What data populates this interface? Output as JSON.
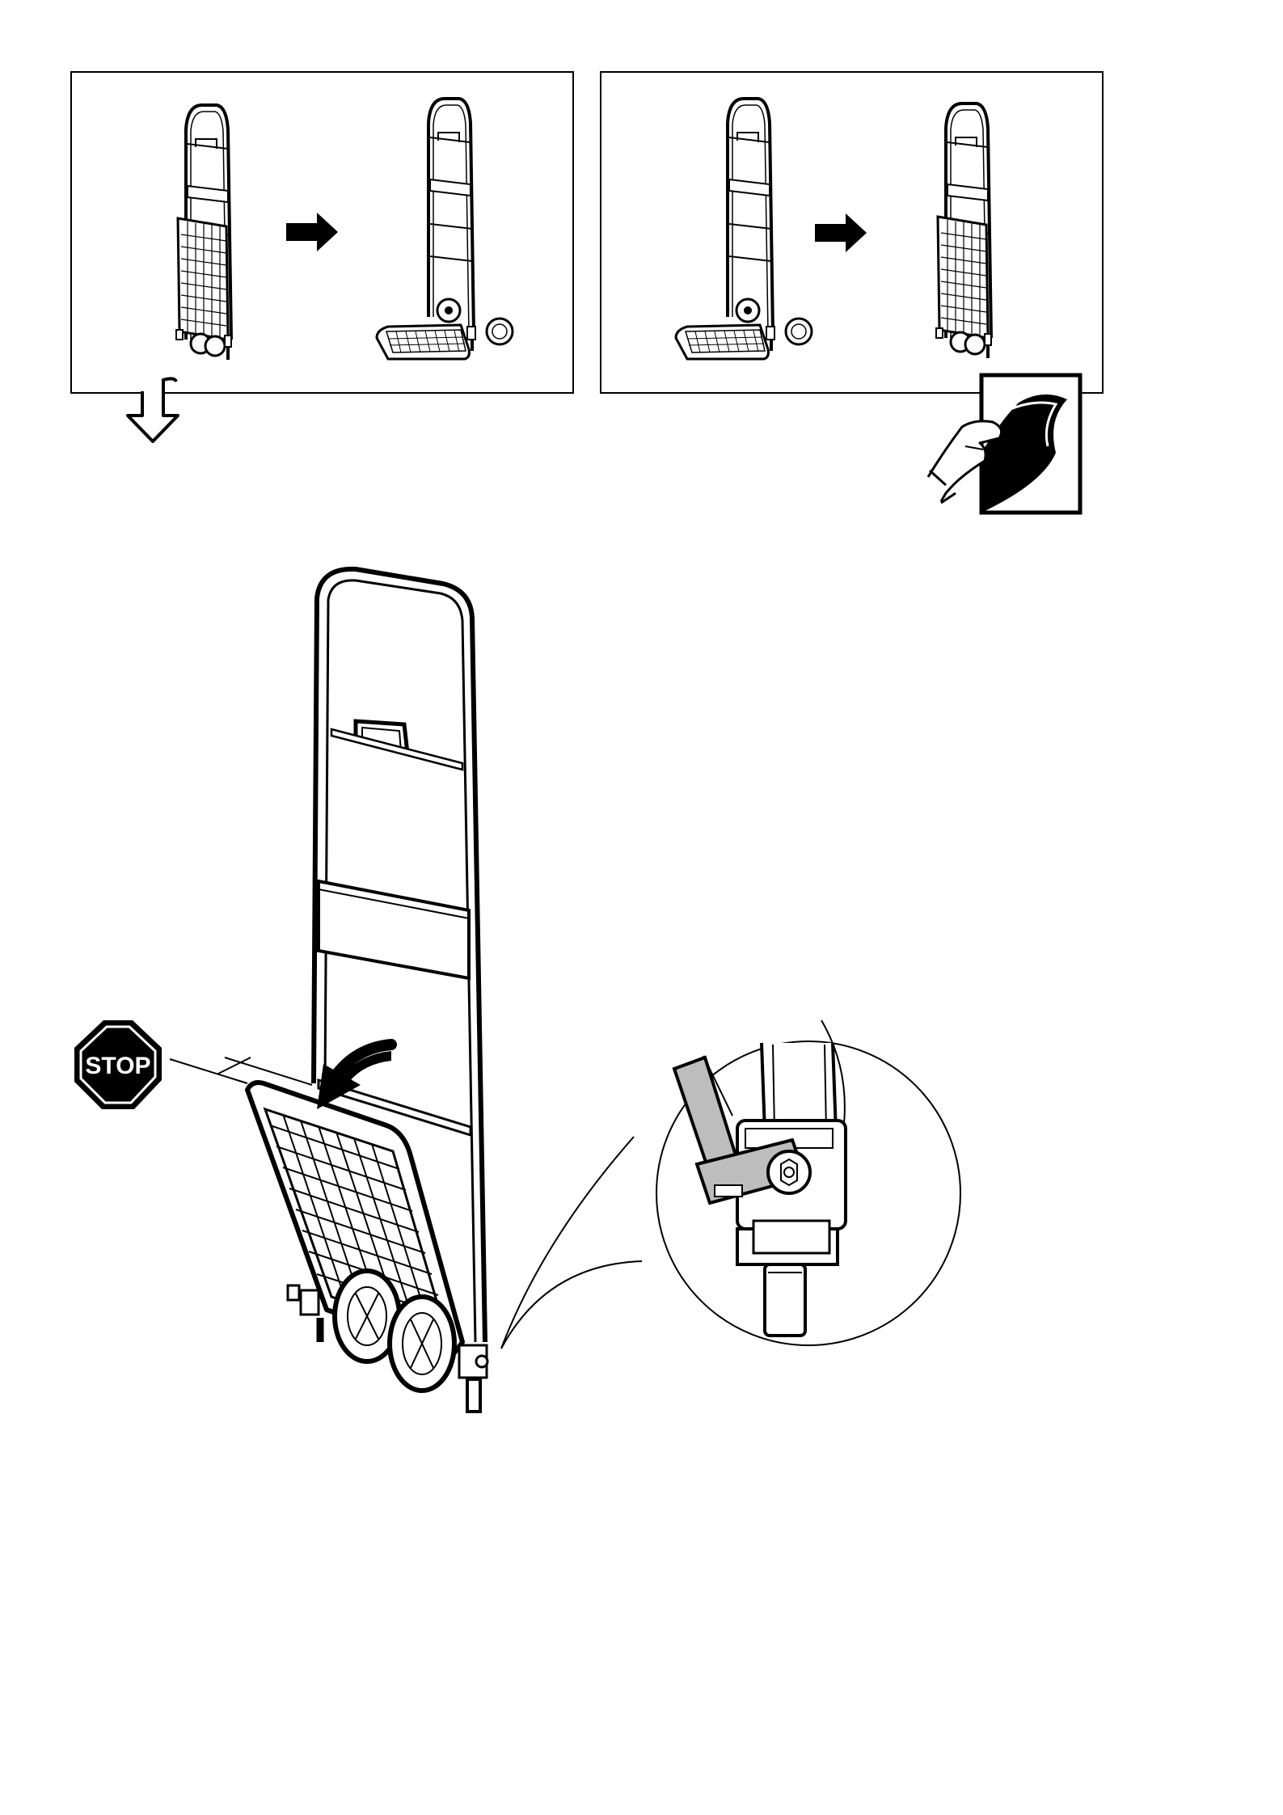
{
  "stop_sign": {
    "text": "STOP"
  },
  "panels": [
    {
      "name": "unfold-sequence",
      "steps": [
        "folded-trolley",
        "unfolded-trolley"
      ]
    },
    {
      "name": "fold-sequence",
      "steps": [
        "unfolded-trolley",
        "folded-trolley"
      ]
    }
  ],
  "colors": {
    "ink": "#000000",
    "paper": "#ffffff",
    "hinge_bracket": "#bdbdbd"
  },
  "icons": [
    "right-arrow-icon",
    "down-arrow-icon",
    "page-turn-icon",
    "stop-sign-icon",
    "curved-arrow-icon",
    "zoom-detail-icon"
  ]
}
